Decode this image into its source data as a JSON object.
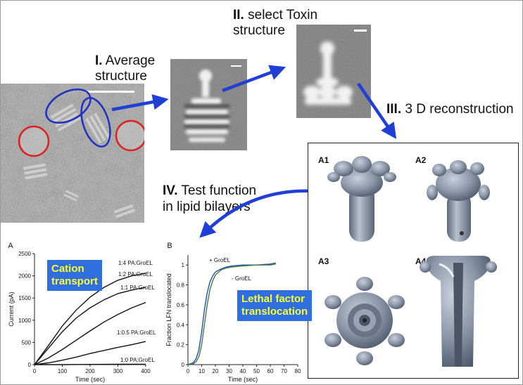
{
  "steps": {
    "s1": {
      "num": "I.",
      "line1": "Average",
      "line2": "structure"
    },
    "s2": {
      "num": "II.",
      "line1": "select Toxin",
      "line2": "structure"
    },
    "s3": {
      "num": "III.",
      "line1": "3 D reconstruction"
    },
    "s4": {
      "num": "IV.",
      "line1": "Test function",
      "line2": "in lipid bilayers"
    }
  },
  "recon_labels": [
    "A1",
    "A2",
    "A3",
    "A4"
  ],
  "chartA": {
    "panel_label": "A",
    "badge_line1": "Cation",
    "badge_line2": "transport"
  },
  "chartB": {
    "panel_label": "B",
    "badge_line1": "Lethal factor",
    "badge_line2": "translocation"
  },
  "colors": {
    "arrow": "#1f3fd6",
    "badge_bg": "#2f6fe0",
    "badge_text": "#ffff33",
    "circle_red": "#e02020",
    "ellipse_blue": "#2030c0"
  },
  "chart_data": [
    {
      "type": "line",
      "ylabel": "Current (pA)",
      "xlabel": "Time (sec)",
      "xlim": [
        0,
        400
      ],
      "ylim": [
        0,
        2500
      ],
      "xticks": [
        "0",
        "100",
        "200",
        "300",
        "400"
      ],
      "yticks": [
        "0",
        "500",
        "1000",
        "1500",
        "2000",
        "2500"
      ],
      "series": [
        {
          "name": "1:4 PA:GroEL",
          "x": [
            0,
            50,
            100,
            150,
            200,
            250,
            300,
            350,
            400
          ],
          "y": [
            0,
            430,
            870,
            1230,
            1520,
            1740,
            1900,
            2000,
            2060
          ]
        },
        {
          "name": "1:2 PA:GroEL",
          "x": [
            0,
            50,
            100,
            150,
            200,
            250,
            300,
            350,
            400
          ],
          "y": [
            0,
            370,
            740,
            1050,
            1280,
            1460,
            1600,
            1680,
            1740
          ]
        },
        {
          "name": "1:1 PA:GroEL",
          "x": [
            0,
            50,
            100,
            150,
            200,
            250,
            300,
            350,
            400
          ],
          "y": [
            0,
            150,
            340,
            550,
            760,
            960,
            1130,
            1280,
            1400
          ]
        },
        {
          "name": "1:0.5 PA:GroEL",
          "x": [
            0,
            50,
            100,
            150,
            200,
            250,
            300,
            350,
            400
          ],
          "y": [
            0,
            40,
            100,
            170,
            250,
            320,
            390,
            450,
            520
          ]
        },
        {
          "name": "1:0 PA:GroEL",
          "x": [
            0,
            100,
            200,
            300,
            400
          ],
          "y": [
            0,
            0,
            5,
            8,
            10
          ]
        }
      ]
    },
    {
      "type": "line",
      "ylabel": "Fraction LFN translocated",
      "xlabel": "Time (sec)",
      "xlim": [
        0,
        80
      ],
      "ylim": [
        0,
        1.1
      ],
      "xticks": [
        "0",
        "10",
        "20",
        "30",
        "40",
        "50",
        "60",
        "70",
        "80"
      ],
      "yticks": [
        "0",
        "0.2",
        "0.4",
        "0.6",
        "0.8",
        "1"
      ],
      "series": [
        {
          "name": "+ GroEL",
          "x": [
            0,
            2,
            4,
            6,
            8,
            10,
            12,
            14,
            16,
            18,
            20,
            24,
            28,
            32,
            40,
            50,
            60,
            64
          ],
          "y": [
            0,
            0.01,
            0.02,
            0.06,
            0.15,
            0.33,
            0.55,
            0.72,
            0.83,
            0.89,
            0.93,
            0.96,
            0.98,
            0.99,
            1.0,
            1.0,
            1.01,
            1.02
          ]
        },
        {
          "name": "- GroEL",
          "x": [
            0,
            2,
            4,
            6,
            8,
            10,
            12,
            14,
            16,
            18,
            20,
            24,
            28,
            32,
            40,
            50,
            60,
            64
          ],
          "y": [
            0,
            0.0,
            0.01,
            0.03,
            0.08,
            0.2,
            0.4,
            0.6,
            0.75,
            0.84,
            0.9,
            0.95,
            0.97,
            0.98,
            0.99,
            1.0,
            1.0,
            1.01
          ]
        }
      ]
    }
  ]
}
